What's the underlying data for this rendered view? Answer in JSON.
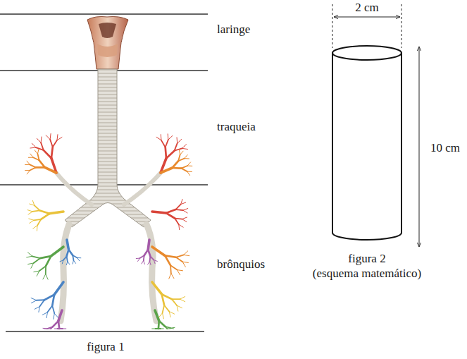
{
  "diagram": {
    "labels": [
      "laringe",
      "traqueia",
      "brônquios",
      "figura 1",
      "2 cm",
      "10 cm",
      "figura 2",
      "(esquema matemático)"
    ]
  }
}
